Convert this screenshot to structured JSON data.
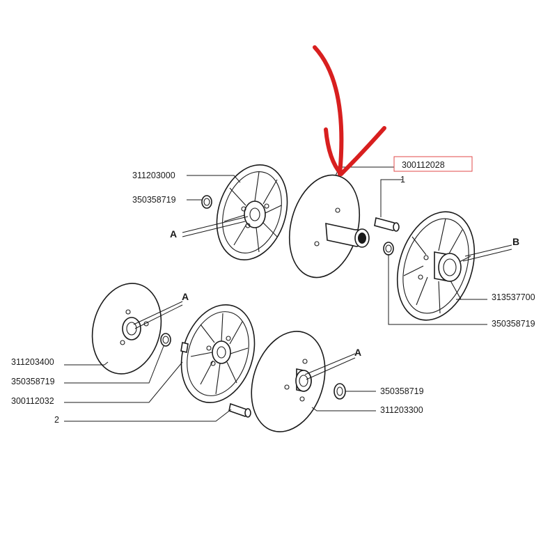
{
  "labels": {
    "p311203000": "311203000",
    "p350358719_top": "350358719",
    "a_top": "A",
    "p300112028": "300112028",
    "n1": "1",
    "b": "B",
    "p313537700": "313537700",
    "p350358719_right": "350358719",
    "a_left": "A",
    "p311203400": "311203400",
    "p350358719_left": "350358719",
    "p300112032": "300112032",
    "n2": "2",
    "a_bottom": "A",
    "p350358719_bottom": "350358719",
    "p311203300": "311203300"
  },
  "highlight": {
    "part_number": "300112028",
    "box_color": "#e04a4a",
    "arrow_color": "#d81f1f"
  }
}
